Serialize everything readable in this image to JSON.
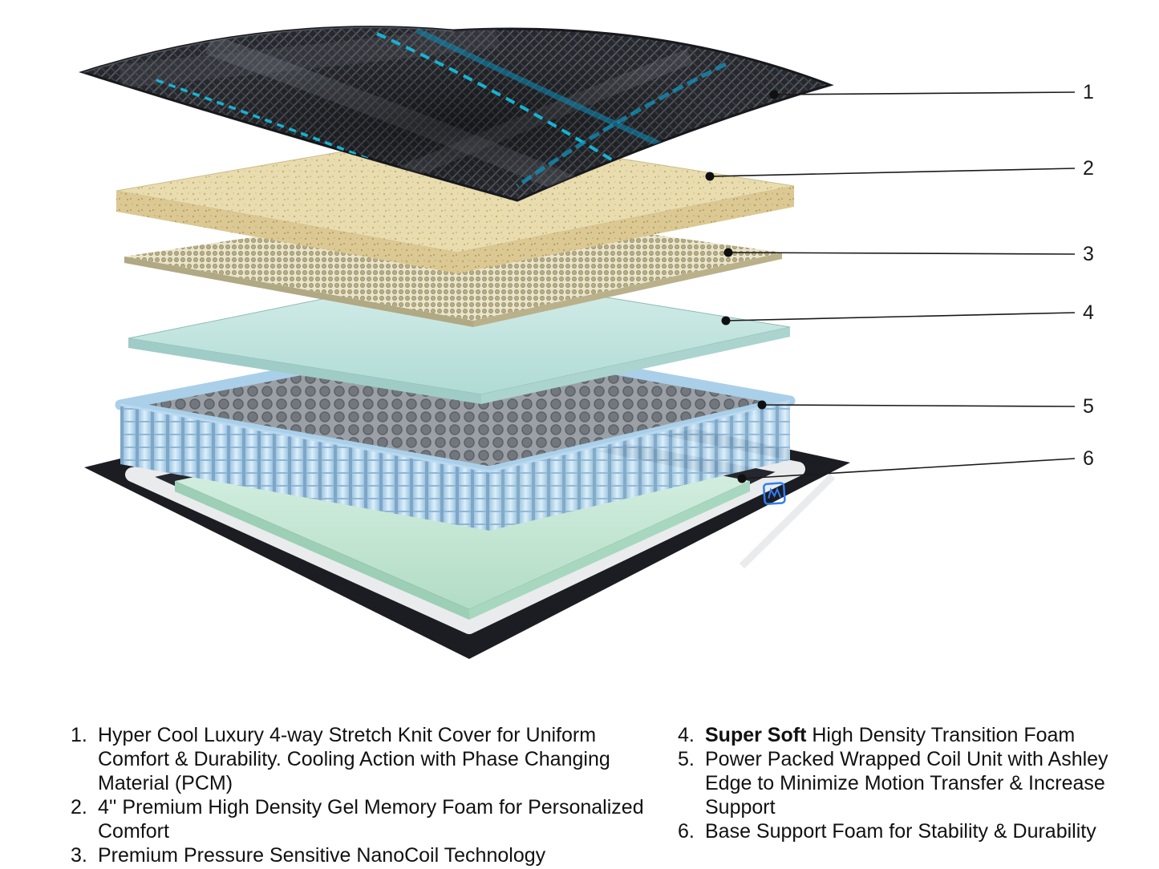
{
  "figure": {
    "callouts": [
      {
        "label": "1"
      },
      {
        "label": "2"
      },
      {
        "label": "3"
      },
      {
        "label": "4"
      },
      {
        "label": "5"
      },
      {
        "label": "6"
      }
    ]
  },
  "legend": {
    "left": [
      {
        "num": "1.",
        "text": "Hyper Cool Luxury 4-way Stretch Knit Cover for Uniform Comfort & Durability. Cooling Action with Phase Changing Material (PCM)"
      },
      {
        "num": "2.",
        "text": "4'' Premium High Density Gel Memory Foam for Personalized Comfort"
      },
      {
        "num": "3.",
        "text": "Premium Pressure Sensitive NanoCoil Technology"
      }
    ],
    "right": [
      {
        "num": "4.",
        "bold": "Super Soft",
        "text": " High Density Transition Foam"
      },
      {
        "num": "5.",
        "text": "Power Packed Wrapped Coil Unit with Ashley Edge to Minimize Motion Transfer & Increase Support"
      },
      {
        "num": "6.",
        "text": "Base Support Foam for Stability & Durability"
      }
    ]
  },
  "colors": {
    "accent_cyan": "#17b3d1",
    "knit_dark": "#26282d",
    "memory_foam_tan": "#e9dcae",
    "nanocoil_khaki": "#b6ad85",
    "transition_foam_blue": "#d6eeea",
    "coil_blue": "#c6e2f4",
    "base_foam_mint": "#cdeedd",
    "base_dark": "#1b1d22",
    "logo_blue": "#2f7df6"
  }
}
